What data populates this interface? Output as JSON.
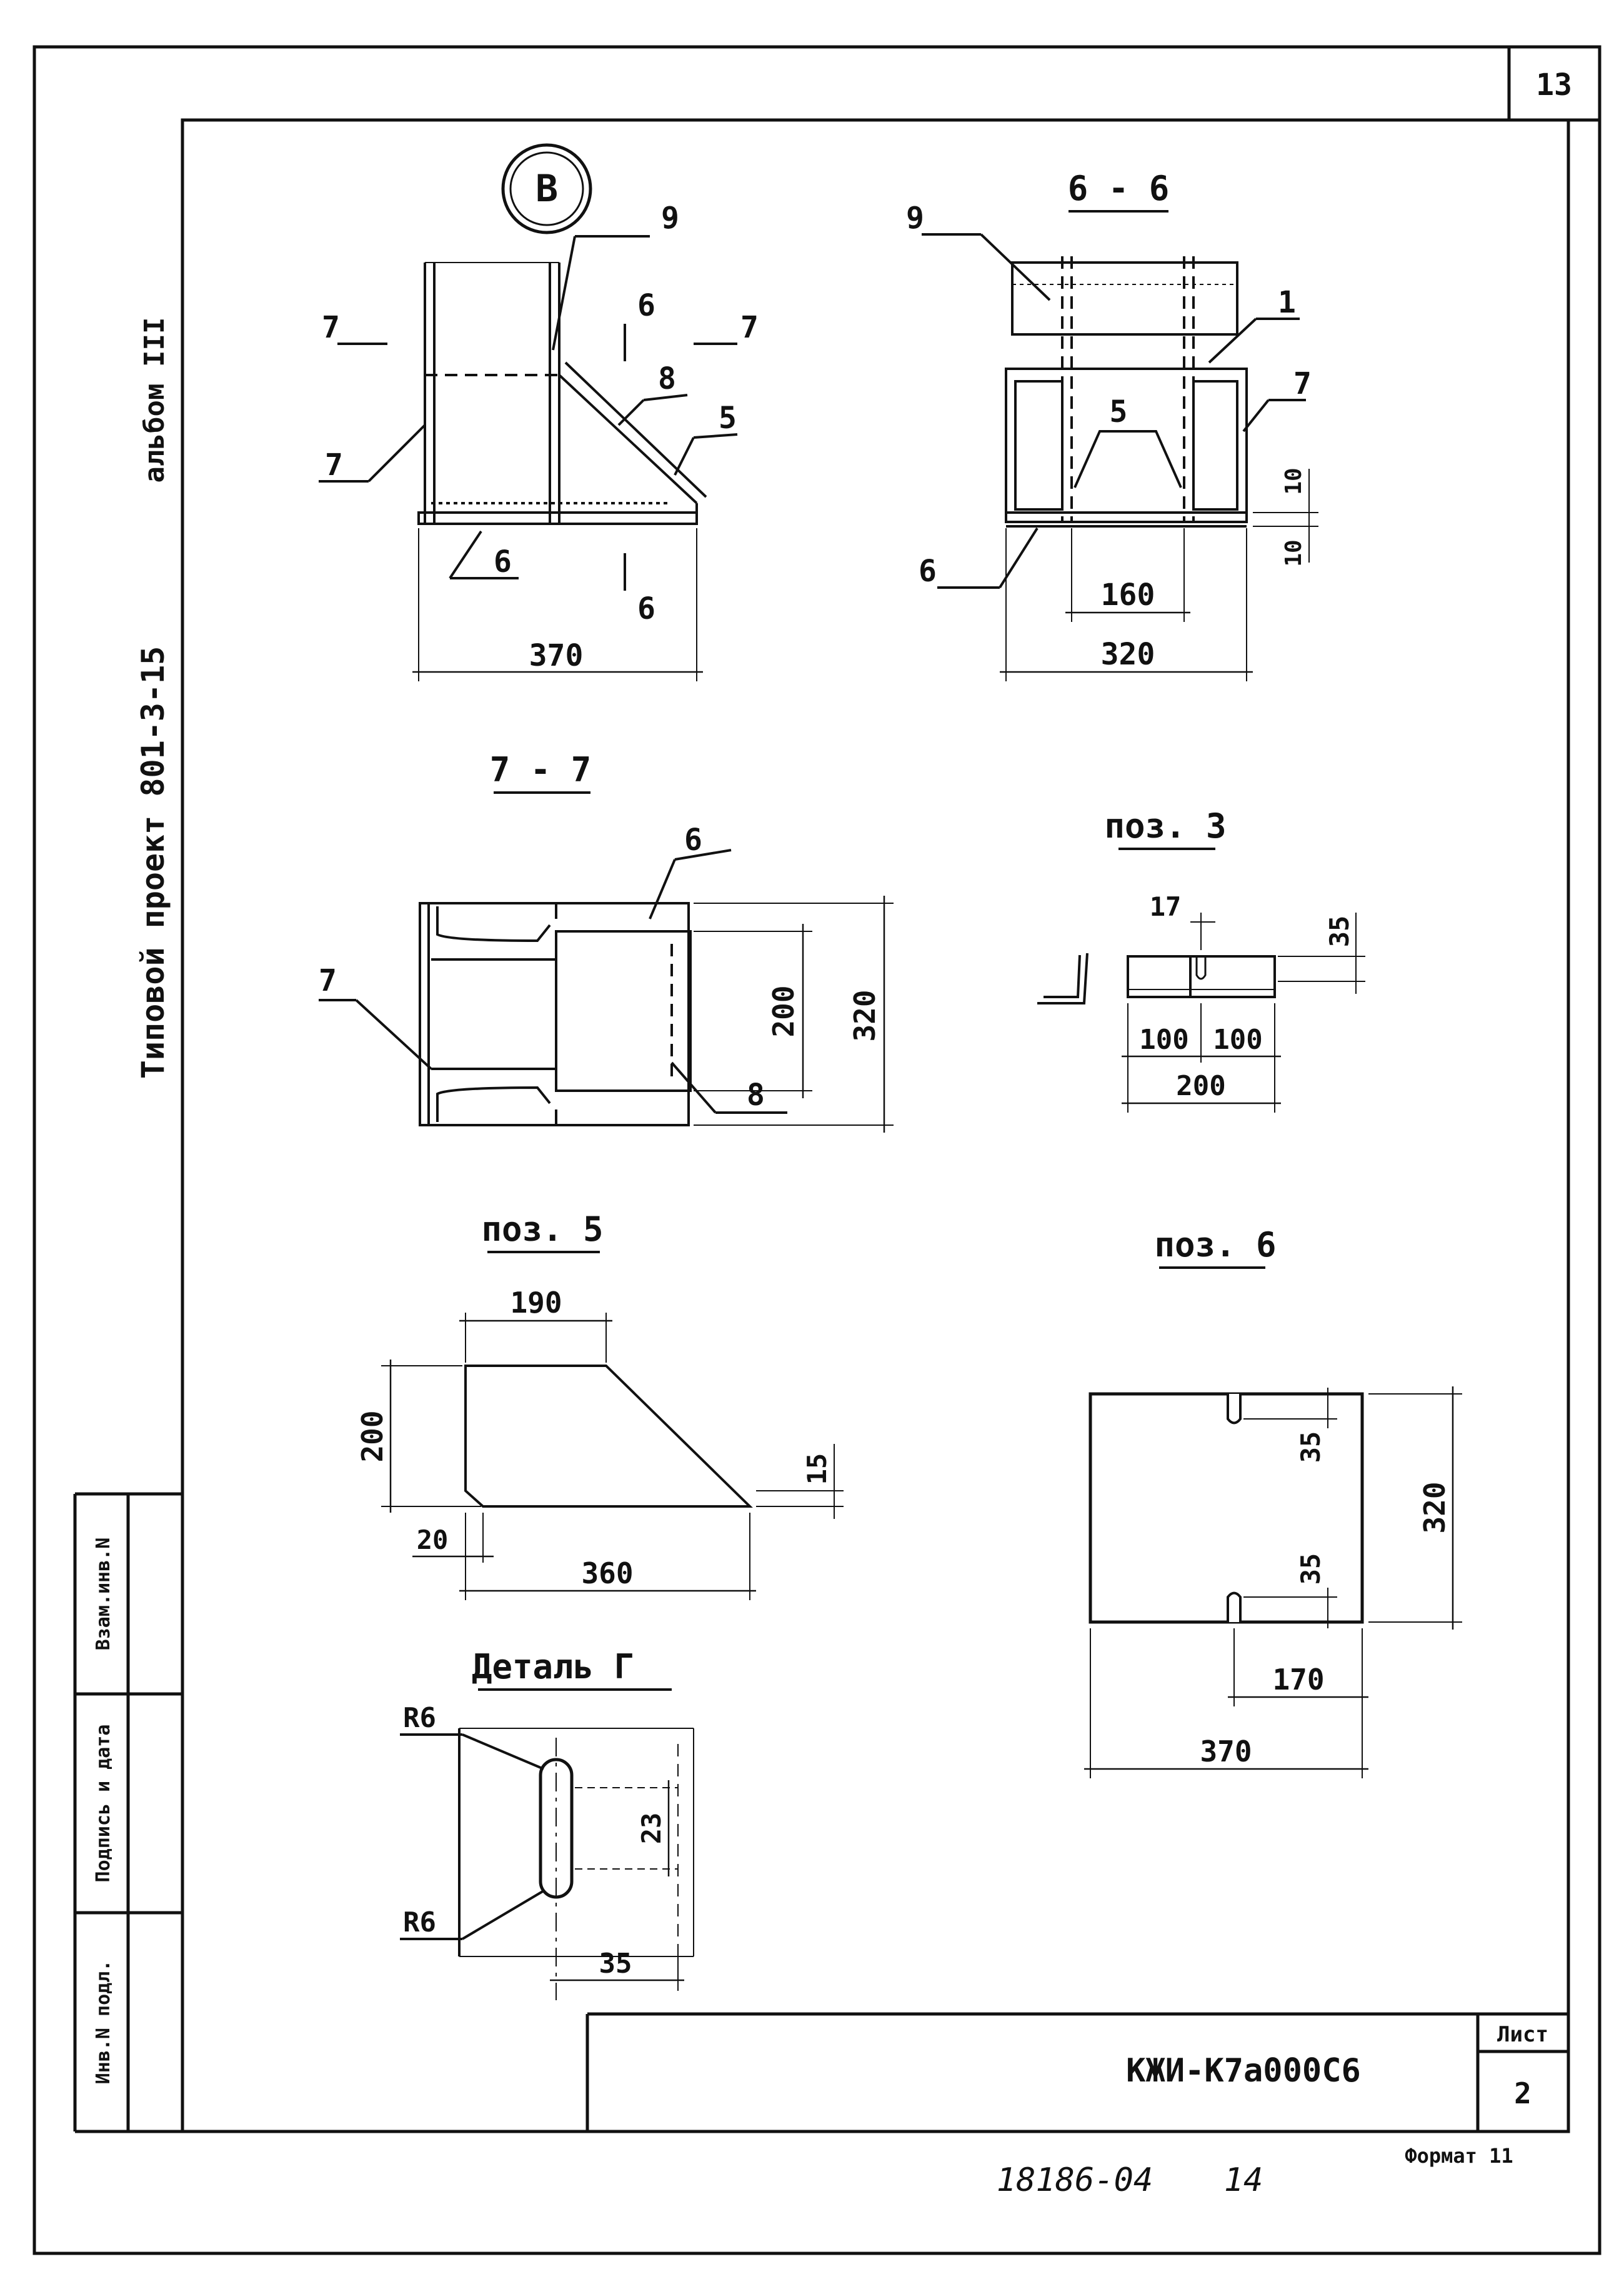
{
  "sheet": {
    "page_number": "13",
    "side_album": "альбом III",
    "side_project": "Типовой проект 801-3-15",
    "stamp_labels": [
      "Инв.N подл.",
      "Подпись и дата",
      "Взам.инв.N"
    ],
    "doc_code": "КЖИ-К7а000С6",
    "sheet_label": "Лист",
    "sheet_number": "2",
    "archive_number": "18186-04",
    "archive_page": "14",
    "format": "Формат 11"
  },
  "view_B": {
    "circle_label": "В",
    "pos_labels": [
      "9",
      "8",
      "5",
      "7",
      "6"
    ],
    "section_marks": [
      "7",
      "7",
      "6",
      "6"
    ],
    "dim_width": "370"
  },
  "section_6_6": {
    "title": "6 - 6",
    "pos_labels": [
      "9",
      "1",
      "5",
      "7",
      "6"
    ],
    "dims": [
      "160",
      "320",
      "10",
      "10"
    ]
  },
  "section_7_7": {
    "title": "7 - 7",
    "pos_labels": [
      "6",
      "7",
      "8"
    ],
    "dims": [
      "200",
      "320"
    ]
  },
  "pos3": {
    "title": "поз. 3",
    "dims": [
      "17",
      "35",
      "100",
      "100",
      "200"
    ]
  },
  "pos5": {
    "title": "поз. 5",
    "dims": [
      "190",
      "200",
      "15",
      "20",
      "360"
    ]
  },
  "pos6": {
    "title": "поз. 6",
    "dims": [
      "35",
      "35",
      "320",
      "170",
      "370"
    ]
  },
  "detail_G": {
    "title": "Деталь Г",
    "dims": [
      "R6",
      "R6",
      "23",
      "35"
    ]
  }
}
